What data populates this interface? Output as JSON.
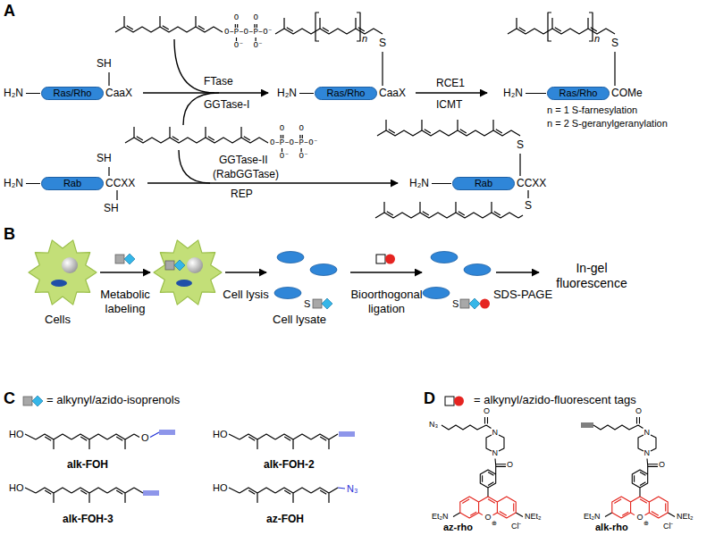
{
  "diagram": {
    "nodes": [
      {
        "text": [
          "Ras/Rho"
        ]
      },
      {
        "text": [
          "Ras/Rho"
        ]
      },
      {
        "text": [
          "Ras/Rho"
        ]
      },
      {
        "text": [
          "Rab"
        ]
      },
      {
        "text": [
          "Rab"
        ]
      }
    ],
    "labels": [
      "A",
      "FTase",
      "GGTase-I",
      "H₂N",
      "CaaX",
      "SH",
      "O–P–O–P–O⁻",
      "O",
      "O",
      "O⁻",
      "O⁻",
      "H₂N",
      "CaaX",
      "S",
      "n",
      "RCE1",
      "ICMT",
      "H₂N",
      "S",
      "COMe",
      "n",
      "n = 1 S-farnesylation",
      "n = 2 S-geranylgeranylation",
      "O–P–O–P–O⁻",
      "O",
      "O",
      "O⁻",
      "O⁻",
      "H₂N",
      "CCXX",
      "SH",
      "SH",
      "GGTase-II",
      "(RabGGTase)",
      "REP",
      "H₂N",
      "CCXX",
      "S",
      "S",
      "B",
      "Cells",
      "Metabolic labeling",
      "Cell lysis",
      "S",
      "Cell lysate",
      "Bioorthogonal ligation",
      "S",
      "SDS-PAGE",
      "In-gel fluorescence",
      "C",
      "= alkynyl/azido-isoprenols",
      "HO",
      "O",
      "alk-FOH",
      "HO",
      "alk-FOH-2",
      "HO",
      "alk-FOH-3",
      "HO",
      "N₃",
      "az-FOH",
      "D",
      "= alkynyl/azido-fluorescent tags",
      "N₃",
      "O",
      "N",
      "N",
      "O",
      "Et₂N",
      "NEt₂",
      "O",
      "⊕",
      "Cl⁻",
      "az-rho",
      "O",
      "N",
      "N",
      "O",
      "Et₂N",
      "NEt₂",
      "O",
      "⊕",
      "Cl⁻",
      "alk-rho"
    ]
  }
}
